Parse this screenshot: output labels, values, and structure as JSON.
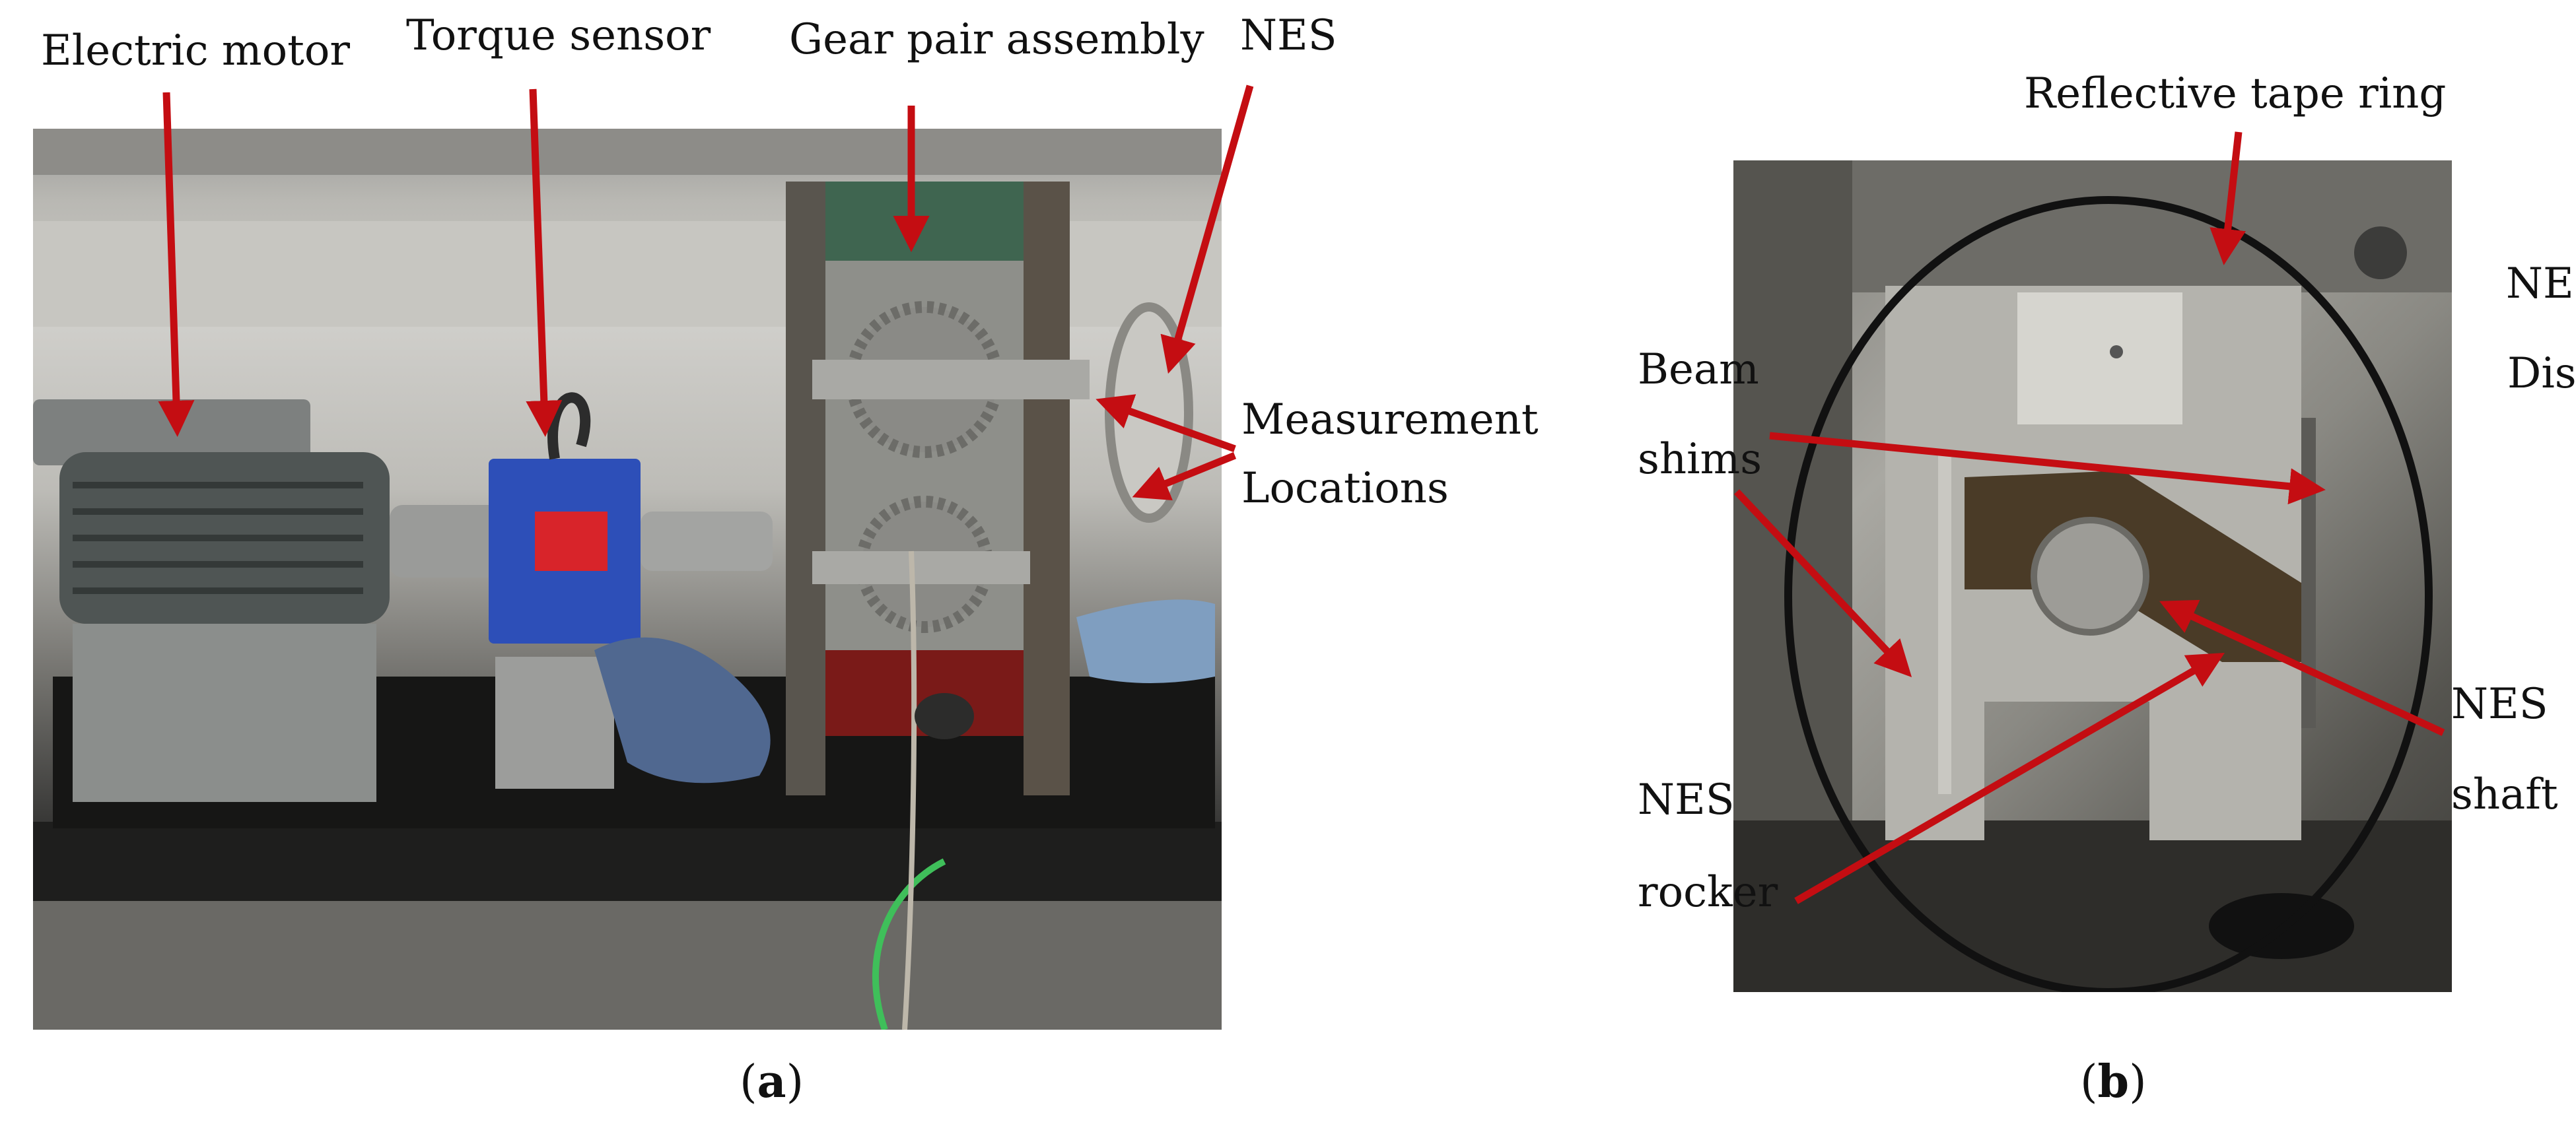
{
  "figure": {
    "panel_a": {
      "labels": {
        "electric_motor": "Electric motor",
        "torque_sensor": "Torque sensor",
        "gear_pair_assembly": "Gear pair assembly",
        "nes": "NES",
        "measurement": "Measurement",
        "locations": "Locations"
      },
      "caption_letter": "a"
    },
    "panel_b": {
      "labels": {
        "reflective_tape_ring": "Reflective tape ring",
        "nes_disk_1": "NES",
        "nes_disk_2": "Disk",
        "beam_1": "Beam",
        "beam_2": "shims",
        "nes_shaft_1": "NES",
        "nes_shaft_2": "shaft",
        "nes_rocker_1": "NES",
        "nes_rocker_2": "rocker"
      },
      "caption_letter": "b"
    },
    "colors": {
      "arrow": "#c40d12",
      "text": "#111111",
      "tape_ring": "#111111"
    }
  }
}
